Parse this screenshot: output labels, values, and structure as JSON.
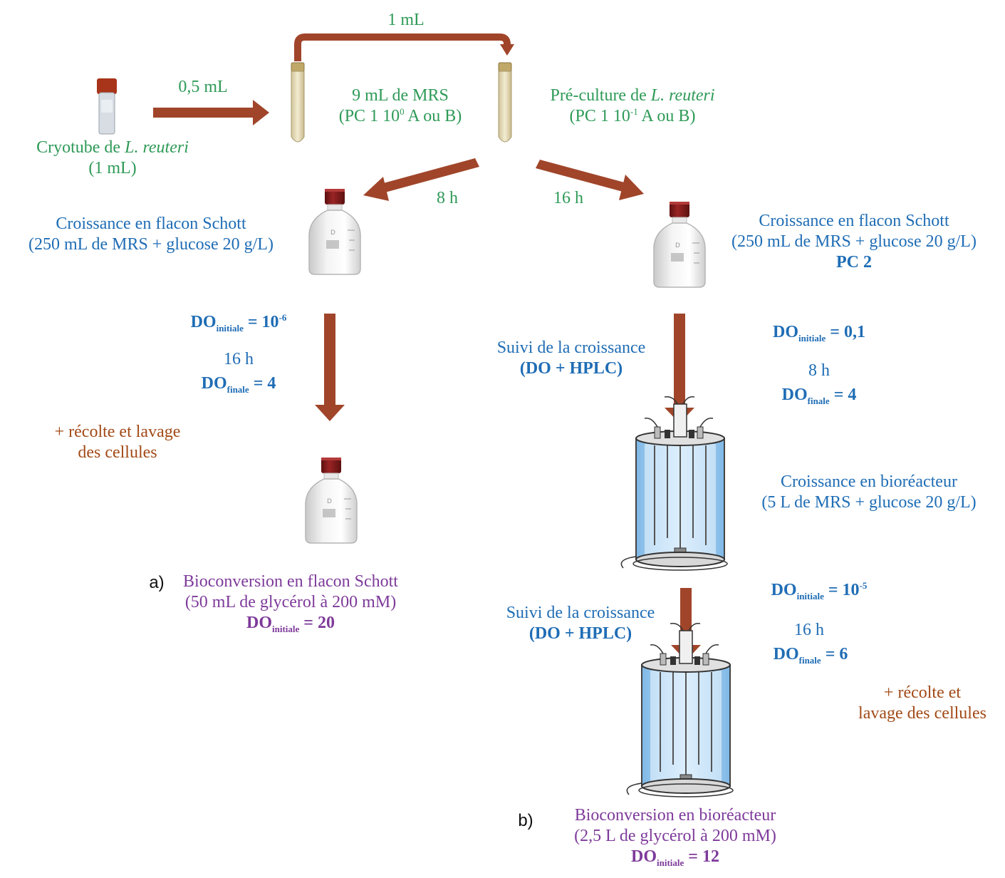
{
  "colors": {
    "arrow": "#a0452a",
    "green_text": "#2e9a57",
    "blue_text": "#1f6db5",
    "brown_text": "#a24a17",
    "purple_text": "#7e3a9a",
    "bottle_cap": "#8a1e1e",
    "reactor_liquid": "#b8dcf5"
  },
  "labels": {
    "vol_1ml": "1 mL",
    "vol_05ml": "0,5 mL",
    "cryotube_line1_prefix": "Cryotube de ",
    "cryotube_species": "L. reuteri",
    "cryotube_line2": "(1 mL)",
    "tube1_line1": "9 mL de MRS",
    "tube1_line2_a": "(PC 1 10",
    "tube1_line2_sup": "0",
    "tube1_line2_b": " A ou B)",
    "tube2_line1_prefix": "Pré-culture de ",
    "tube2_species": "L. reuteri",
    "tube2_line2_a": "(PC 1 10",
    "tube2_line2_sup": "-1",
    "tube2_line2_b": " A ou B)",
    "time_8h": "8 h",
    "time_16h": "16 h",
    "left_growth_line1": "Croissance en flacon Schott",
    "left_growth_line2": "(250 mL de MRS + glucose 20 g/L)",
    "right_growth_line1": "Croissance en flacon Schott",
    "right_growth_line2": "(250 mL de MRS + glucose 20 g/L)",
    "right_growth_line3": "PC 2",
    "do": "DO",
    "sub_initiale": "initiale",
    "sub_finale": "finale",
    "left_do_init_value": " = 10",
    "left_do_init_exp": "-6",
    "left_time": "16 h",
    "left_do_final_value": " = 4",
    "left_harvest_line1": "+ récolte et lavage",
    "left_harvest_line2": "des cellules",
    "suivi1_line1": "Suivi de la croissance",
    "suivi1_line2": "(DO + HPLC)",
    "right_do_init_value": " = 0,1",
    "right_time": "8 h",
    "right_do_final_value": " = 4",
    "bioreactor_line1": "Croissance en bioréacteur",
    "bioreactor_line2": "(5 L de MRS + glucose 20 g/L)",
    "label_a": "a)",
    "bioconv_a_line1": "Bioconversion en flacon Schott",
    "bioconv_a_line2": "(50 mL de glycérol à 200 mM)",
    "bioconv_a_do_value": " = 20",
    "suivi2_line1": "Suivi de la croissance",
    "suivi2_line2": "(DO + HPLC)",
    "bio_do_init_value": " = 10",
    "bio_do_init_exp": "-5",
    "bio_time": "16 h",
    "bio_do_final_value": " = 6",
    "right_harvest_line1": "+ récolte et",
    "right_harvest_line2": "lavage des cellules",
    "label_b": "b)",
    "bioconv_b_line1": "Bioconversion en bioréacteur",
    "bioconv_b_line2": "(2,5 L de glycérol à 200 mM)",
    "bioconv_b_do_value": " = 12"
  }
}
